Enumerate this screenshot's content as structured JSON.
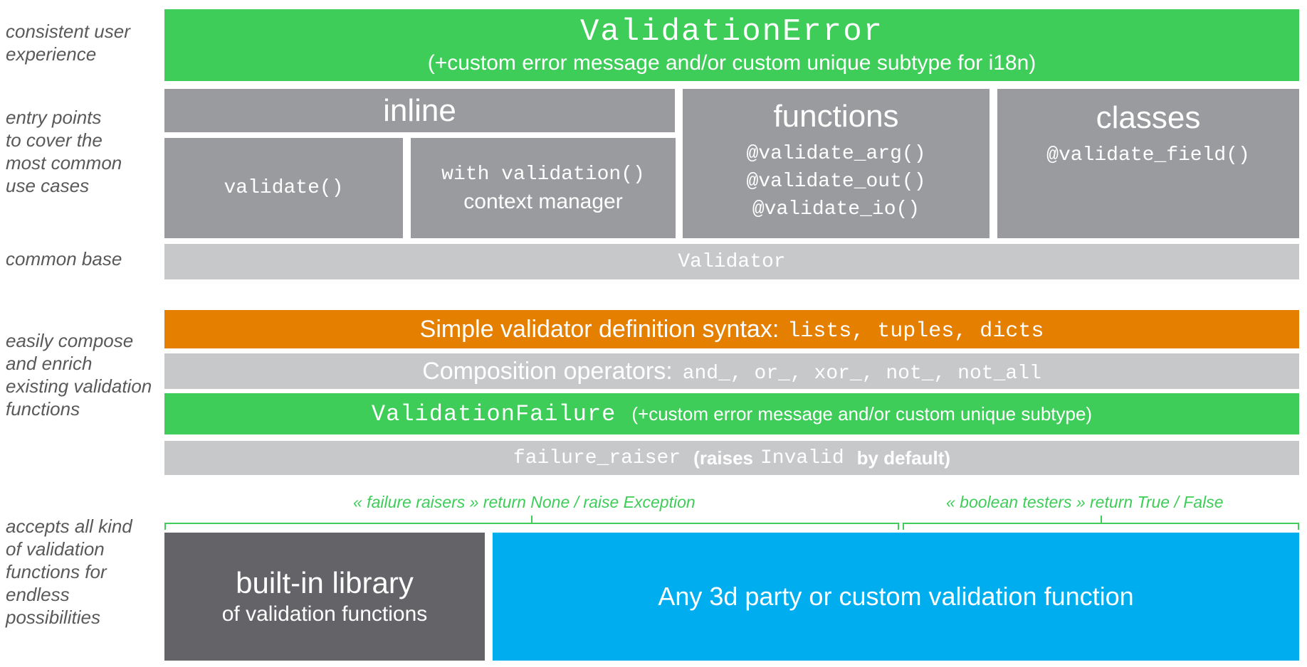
{
  "labels": {
    "ux": [
      "consistent user",
      "experience"
    ],
    "entry": [
      "entry points",
      "to cover the",
      "most common",
      "use cases"
    ],
    "base": [
      "common base"
    ],
    "compose": [
      "easily compose",
      "and enrich",
      "existing validation",
      "functions"
    ],
    "accepts": [
      "accepts all kind",
      "of validation",
      "functions for",
      "endless",
      "possibilities"
    ]
  },
  "validation_error": {
    "title": "ValidationError",
    "subtitle": "(+custom error message and/or custom unique subtype for i18n)"
  },
  "inline": {
    "title": "inline",
    "validate": "validate()",
    "with_code": "with validation()",
    "with_text": "context manager"
  },
  "functions": {
    "title": "functions",
    "items": [
      "@validate_arg()",
      "@validate_out()",
      "@validate_io()"
    ]
  },
  "classes": {
    "title": "classes",
    "items": [
      "@validate_field()"
    ]
  },
  "validator": "Validator",
  "simple_syntax": {
    "text": "Simple validator definition syntax:",
    "code": "lists, tuples, dicts"
  },
  "composition": {
    "text": "Composition operators:",
    "code": "and_, or_, xor_, not_, not_all"
  },
  "validation_failure": {
    "code": "ValidationFailure",
    "text": "(+custom error message and/or custom unique subtype)"
  },
  "failure_raiser": {
    "code": "failure_raiser",
    "text1": "(raises",
    "code2": "Invalid",
    "text2": "by default)"
  },
  "notes": {
    "failure_raisers": "« failure raisers » return None / raise Exception",
    "boolean_testers": "« boolean testers » return True / False"
  },
  "builtin": {
    "title": "built-in library",
    "subtitle": "of validation functions"
  },
  "third_party": "Any 3d party or custom validation function",
  "colors": {
    "green": "#3dcd58",
    "dark_gray": "#9a9b9e",
    "light_gray": "#c7c8ca",
    "orange": "#e47f00",
    "charcoal": "#636368",
    "blue": "#00aeef"
  }
}
